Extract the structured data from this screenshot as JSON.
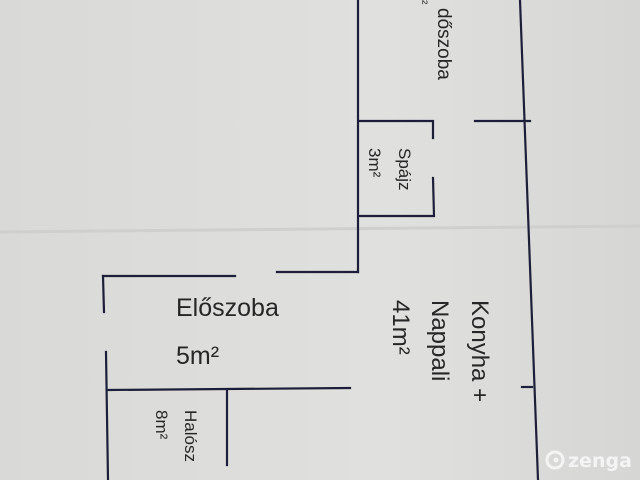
{
  "rooms": [
    {
      "name": "dőszoba",
      "area": "²"
    },
    {
      "name": "Spájz",
      "area": "3m²"
    },
    {
      "name": "Előszoba",
      "area": "5m²"
    },
    {
      "name_line1": "Konyha +",
      "name_line2": "Nappali",
      "area": "41m²"
    },
    {
      "name": "Halósz",
      "area": "8m²"
    }
  ],
  "watermark": "zenga",
  "colors": {
    "paper": "#dcdcda",
    "ink": "#1d1f3a",
    "text": "#262626"
  }
}
